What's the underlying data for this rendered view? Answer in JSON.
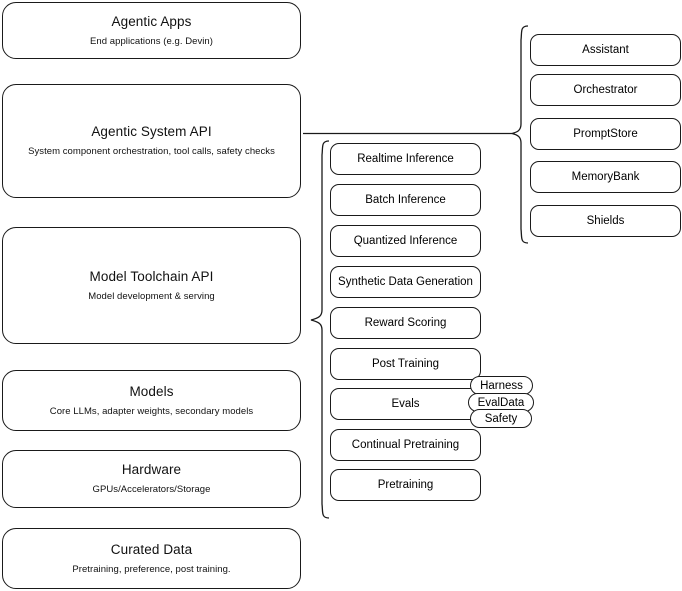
{
  "diagram": {
    "type": "layered-stack-architecture",
    "background_color": "#ffffff",
    "stroke_color": "#1a1a1a"
  },
  "layers": [
    {
      "id": "agentic-apps",
      "title": "Agentic Apps",
      "subtitle": "End applications (e.g. Devin)"
    },
    {
      "id": "agentic-system-api",
      "title": "Agentic System API",
      "subtitle": "System component orchestration, tool calls, safety checks"
    },
    {
      "id": "model-toolchain-api",
      "title": "Model Toolchain API",
      "subtitle": "Model development & serving"
    },
    {
      "id": "models",
      "title": "Models",
      "subtitle": "Core LLMs, adapter weights, secondary models"
    },
    {
      "id": "hardware",
      "title": "Hardware",
      "subtitle": "GPUs/Accelerators/Storage"
    },
    {
      "id": "curated-data",
      "title": "Curated Data",
      "subtitle": "Pretraining, preference, post training."
    }
  ],
  "toolchain_components": [
    {
      "id": "realtime-inference",
      "label": "Realtime Inference"
    },
    {
      "id": "batch-inference",
      "label": "Batch Inference"
    },
    {
      "id": "quantized-inference",
      "label": "Quantized Inference"
    },
    {
      "id": "synthetic-data-generation",
      "label": "Synthetic Data Generation"
    },
    {
      "id": "reward-scoring",
      "label": "Reward Scoring"
    },
    {
      "id": "post-training",
      "label": "Post Training"
    },
    {
      "id": "evals",
      "label": "Evals"
    },
    {
      "id": "continual-pretraining",
      "label": "Continual Pretraining"
    },
    {
      "id": "pretraining",
      "label": "Pretraining"
    }
  ],
  "agentic_system_components": [
    {
      "id": "assistant",
      "label": "Assistant"
    },
    {
      "id": "orchestrator",
      "label": "Orchestrator"
    },
    {
      "id": "promptstore",
      "label": "PromptStore"
    },
    {
      "id": "memorybank",
      "label": "MemoryBank"
    },
    {
      "id": "shields",
      "label": "Shields"
    }
  ],
  "evals_badges": [
    {
      "id": "harness",
      "label": "Harness"
    },
    {
      "id": "evaldata",
      "label": "EvalData"
    },
    {
      "id": "safety",
      "label": "Safety"
    }
  ]
}
